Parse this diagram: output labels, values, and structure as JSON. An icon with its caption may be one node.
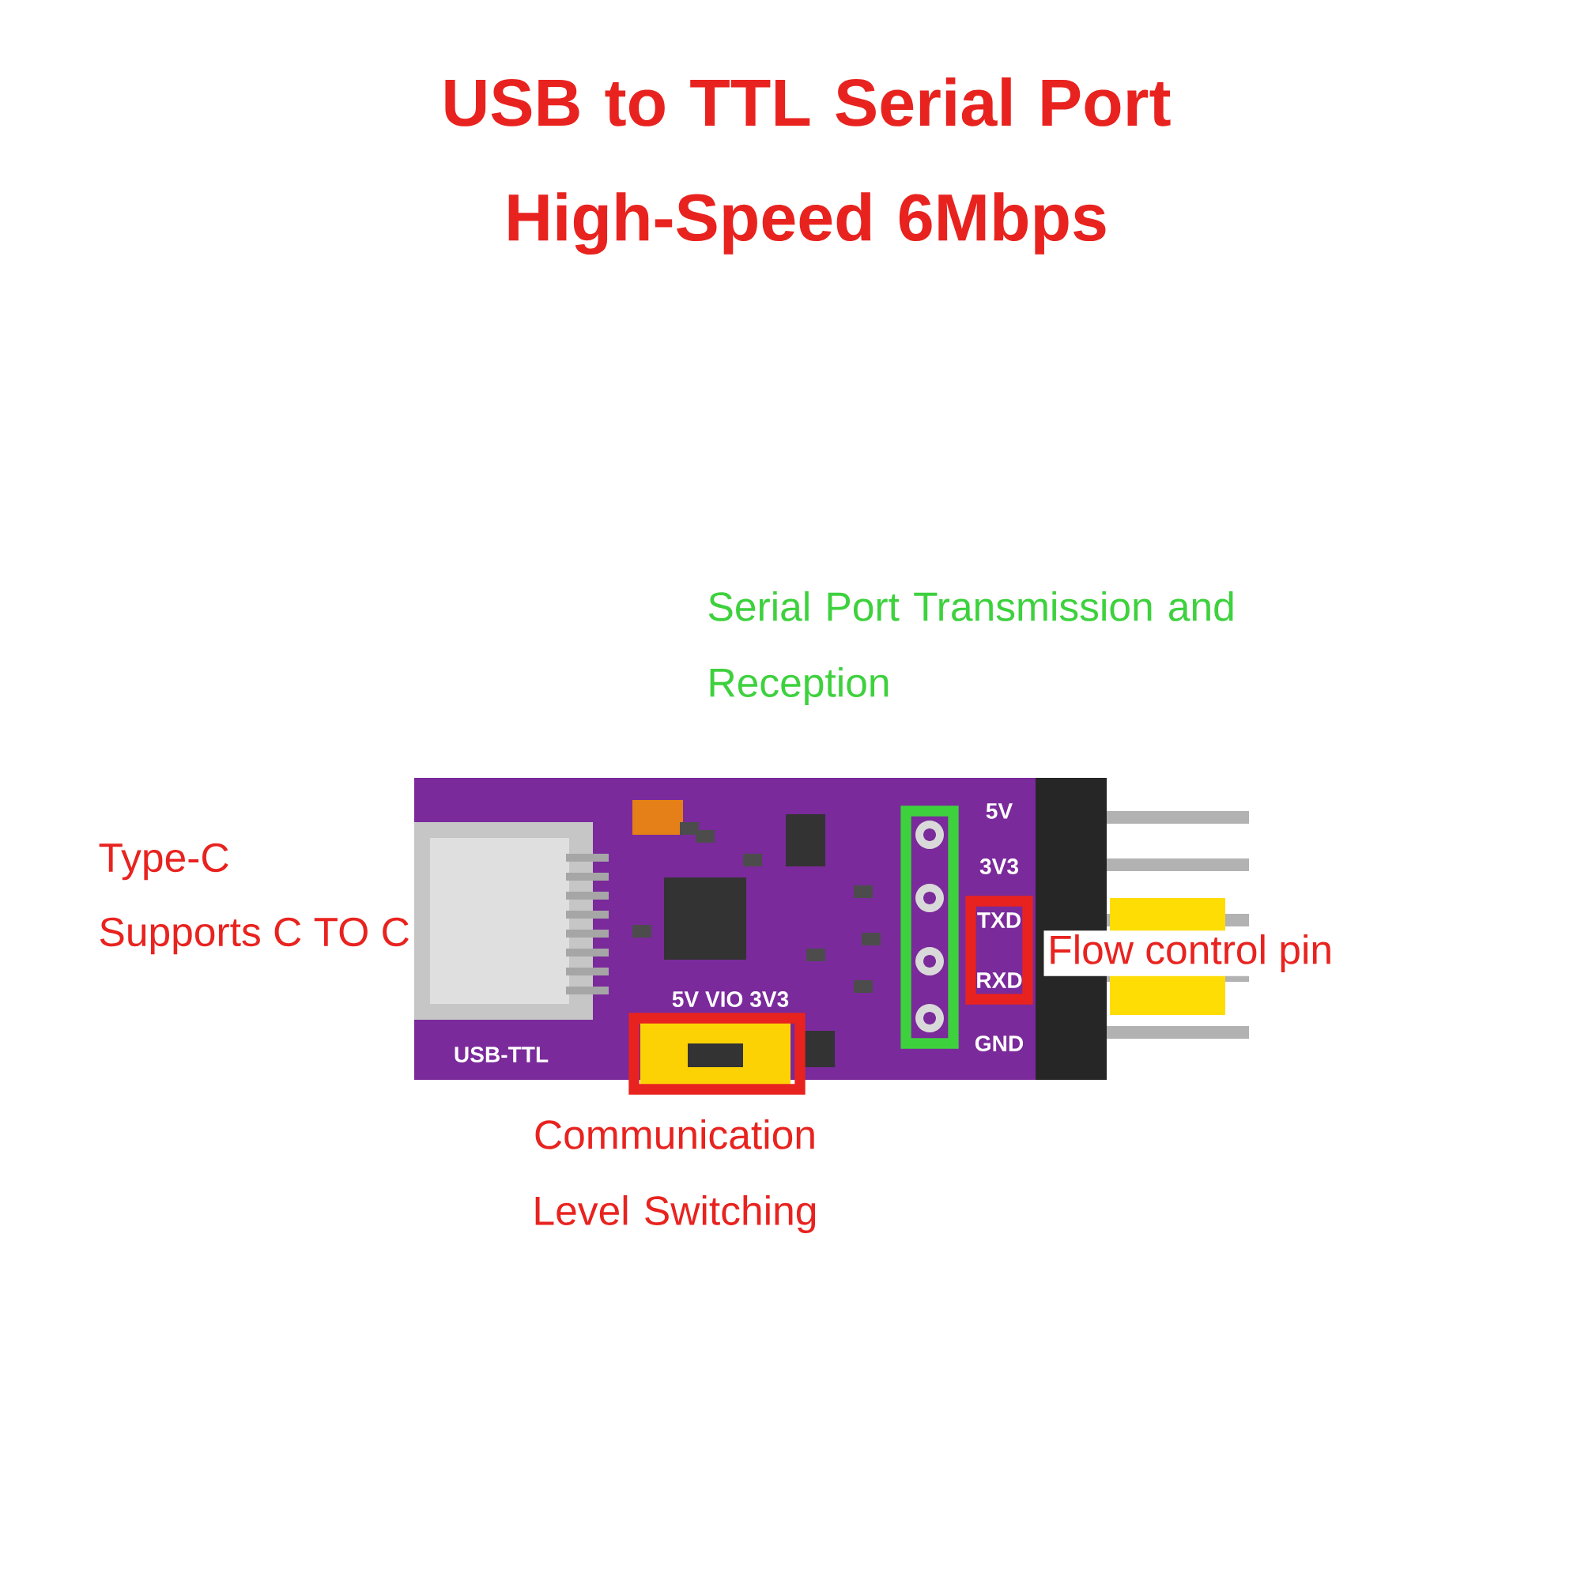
{
  "diagram": {
    "title": "USB to TTL Serial Port High-Speed 6Mbps",
    "labels": [
      "Serial Port Transmission and Reception",
      "Type-C",
      "Supports C TO C",
      "Flow control pin",
      "Communication Level Switching",
      "USB-TTL",
      "5V VIO 3V3",
      "5V",
      "3V3",
      "TXD",
      "RXD",
      "GND"
    ]
  }
}
